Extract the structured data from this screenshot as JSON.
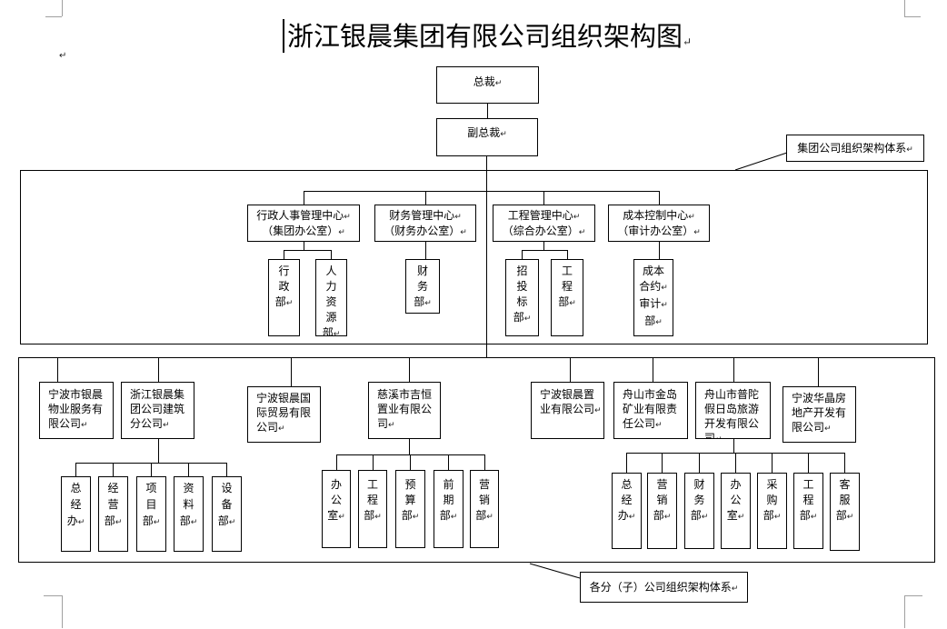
{
  "document": {
    "title": "浙江银晨集团有限公司组织架构图↵",
    "stray_paragraph_mark": "↵"
  },
  "executives": {
    "president": "总裁↵",
    "vice_president": "副总裁↵"
  },
  "group_system": {
    "callout": "集团公司组织架构体系↵",
    "departments": [
      {
        "name": "行政人事管理中心↵\n（集团办公室）↵",
        "units": [
          "行\n政\n部↵",
          "人\n力\n资\n源\n部↵"
        ]
      },
      {
        "name": "财务管理中心↵\n（财务办公室）↵",
        "units": [
          "财\n务\n部↵"
        ]
      },
      {
        "name": "工程管理中心↵\n（综合办公室）↵",
        "units": [
          "招\n投\n标\n部↵",
          "工\n程\n部↵"
        ]
      },
      {
        "name": "成本控制中心↵\n（审计办公室）↵",
        "units": [
          "成本\n合约↵\n审计↵\n部↵"
        ]
      }
    ]
  },
  "subsidiary_system": {
    "callout": "各分（子）公司组织架构体系↵",
    "companies": [
      {
        "name": "宁波市银晨\n物业服务有\n限公司↵"
      },
      {
        "name": "浙江银晨集\n团公司建筑\n分公司↵",
        "units": [
          "总\n经\n办↵",
          "经\n营\n部↵",
          "项\n目\n部↵",
          "资\n料\n部↵",
          "设\n备\n部↵"
        ]
      },
      {
        "name": "宁波银晨国\n际贸易有限\n公司↵"
      },
      {
        "name": "慈溪市吉恒\n置业有限公\n司↵",
        "units": [
          "办\n公\n室↵",
          "工\n程\n部↵",
          "预\n算\n部↵",
          "前\n期\n部↵",
          "营\n销\n部↵"
        ]
      },
      {
        "name": "宁波银晨置\n业有限公司↵"
      },
      {
        "name": "舟山市金岛\n矿业有限责\n任公司↵"
      },
      {
        "name": "舟山市普陀\n假日岛旅游\n开发有限公\n司↵",
        "units": [
          "总\n经\n办↵",
          "营\n销\n部↵",
          "财\n务\n部↵",
          "办\n公\n室↵",
          "采\n购\n部↵",
          "工\n程\n部↵",
          "客\n服\n部↵"
        ]
      },
      {
        "name": "宁波华晶房\n地产开发有\n限公司↵"
      }
    ]
  }
}
